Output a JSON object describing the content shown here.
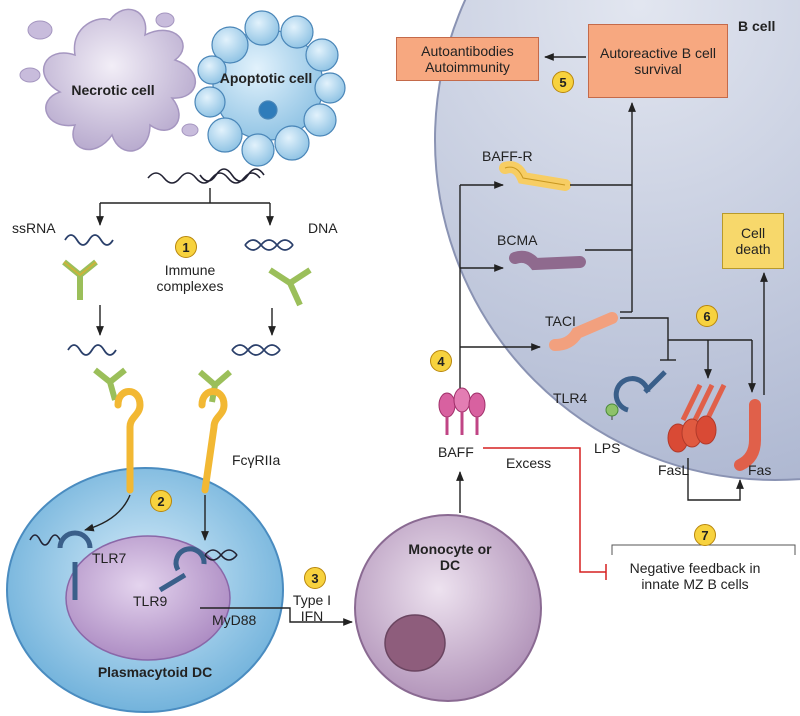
{
  "cells": {
    "necrotic": "Necrotic cell",
    "apoptotic": "Apoptotic cell",
    "b_cell": "B cell",
    "pdc": "Plasmacytoid DC",
    "monocyte": "Monocyte or DC"
  },
  "molecules": {
    "ssrna": "ssRNA",
    "dna": "DNA",
    "immune_complexes": "Immune complexes",
    "fcgr": "FcγRIIa",
    "tlr7": "TLR7",
    "tlr9": "TLR9",
    "myd88": "MyD88",
    "type1_ifn": "Type I IFN",
    "baff": "BAFF",
    "excess": "Excess",
    "baff_r": "BAFF-R",
    "bcma": "BCMA",
    "taci": "TACI",
    "tlr4": "TLR4",
    "lps": "LPS",
    "fasl": "FasL",
    "fas": "Fas"
  },
  "outcomes": {
    "autoantibodies": "Autoantibodies Autoimmunity",
    "survival": "Autoreactive B cell survival",
    "cell_death": "Cell death",
    "negative_feedback": "Negative feedback in innate MZ B cells"
  },
  "steps": [
    "1",
    "2",
    "3",
    "4",
    "5",
    "6",
    "7"
  ],
  "colors": {
    "cell_blue": "#8fc3e6",
    "nucleus_purple": "#b79ac9",
    "monocyte_purple": "#c6aecb",
    "b_cell_fill": "#c6cde0",
    "outcome_box": "#f7a880",
    "death_box": "#f7d86b",
    "step_badge": "#f7d23e",
    "inhibition_red": "#d62020"
  }
}
